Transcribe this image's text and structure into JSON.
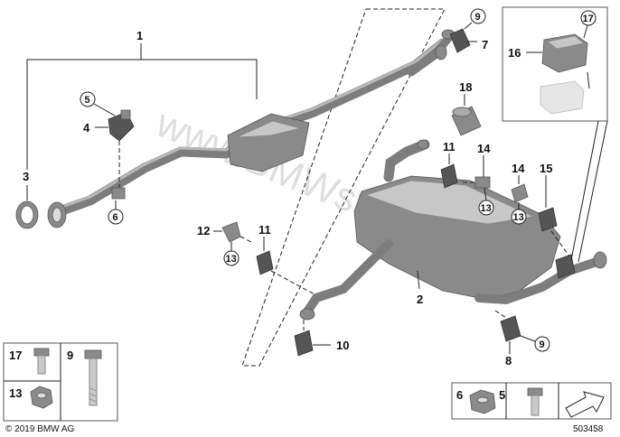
{
  "watermark": "www.BMWstore.pl",
  "copyright": "© 2019 BMW AG",
  "diagram_number": "503458",
  "callouts": {
    "c1": "1",
    "c2": "2",
    "c3": "3",
    "c4": "4",
    "c5": "5",
    "c6": "6",
    "c7": "7",
    "c8": "8",
    "c9a": "9",
    "c9b": "9",
    "c10": "10",
    "c11a": "11",
    "c11b": "11",
    "c12": "12",
    "c13a": "13",
    "c13b": "13",
    "c13c": "13",
    "c14a": "14",
    "c14b": "14",
    "c15": "15",
    "c16": "16",
    "c17": "17",
    "c18": "18"
  },
  "legend": {
    "l17": "17",
    "l13": "13",
    "l9": "9",
    "l6": "6",
    "l5": "5"
  }
}
